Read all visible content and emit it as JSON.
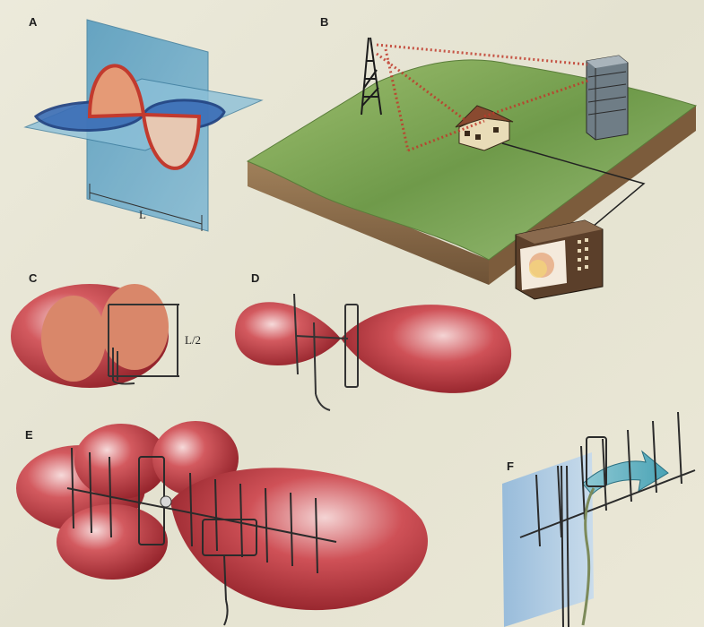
{
  "panels": {
    "a": {
      "label": "A",
      "dimension": "L"
    },
    "b": {
      "label": "B"
    },
    "c": {
      "label": "C",
      "dimension": "L/2"
    },
    "d": {
      "label": "D"
    },
    "e": {
      "label": "E"
    },
    "f": {
      "label": "F"
    }
  },
  "colors": {
    "lobe": "#b12d35",
    "lobe_light": "#e9a2a2",
    "plane": "#6aa8c8",
    "wave_red": "#c23a2e",
    "wave_blue": "#2f5fae",
    "land": "#7fa65a",
    "soil": "#8b6a45",
    "signal": "#c0392b"
  }
}
